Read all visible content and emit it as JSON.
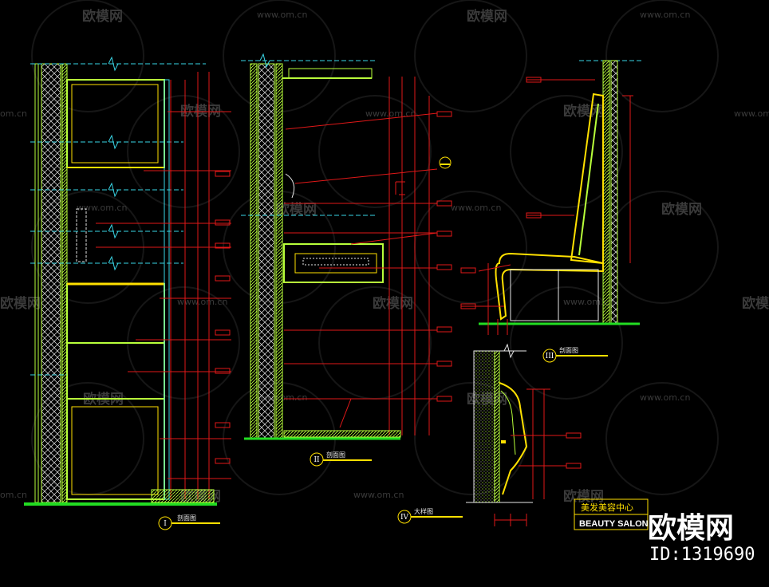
{
  "colors": {
    "background": "#000000",
    "wall": "#b8ff3a",
    "yellow": "#ffe000",
    "red": "#e01818",
    "cyan": "#39d6e6",
    "green": "#22dd22",
    "white": "#e8e8e8",
    "watermark": "#3a3a3a"
  },
  "watermark": {
    "brand": "欧模网",
    "url": "www.om.cn",
    "url_short": "om.cn"
  },
  "sections": [
    {
      "numeral": "I",
      "caption": "剖面图"
    },
    {
      "numeral": "II",
      "caption": "剖面图"
    },
    {
      "numeral": "III",
      "caption": "剖面图"
    },
    {
      "numeral": "IV",
      "caption": "大样图"
    }
  ],
  "title_block": {
    "name_cn": "美发美容中心",
    "name_en": "BEAUTY SALON"
  },
  "brand": {
    "name": "欧模网",
    "id": "ID:1319690"
  }
}
